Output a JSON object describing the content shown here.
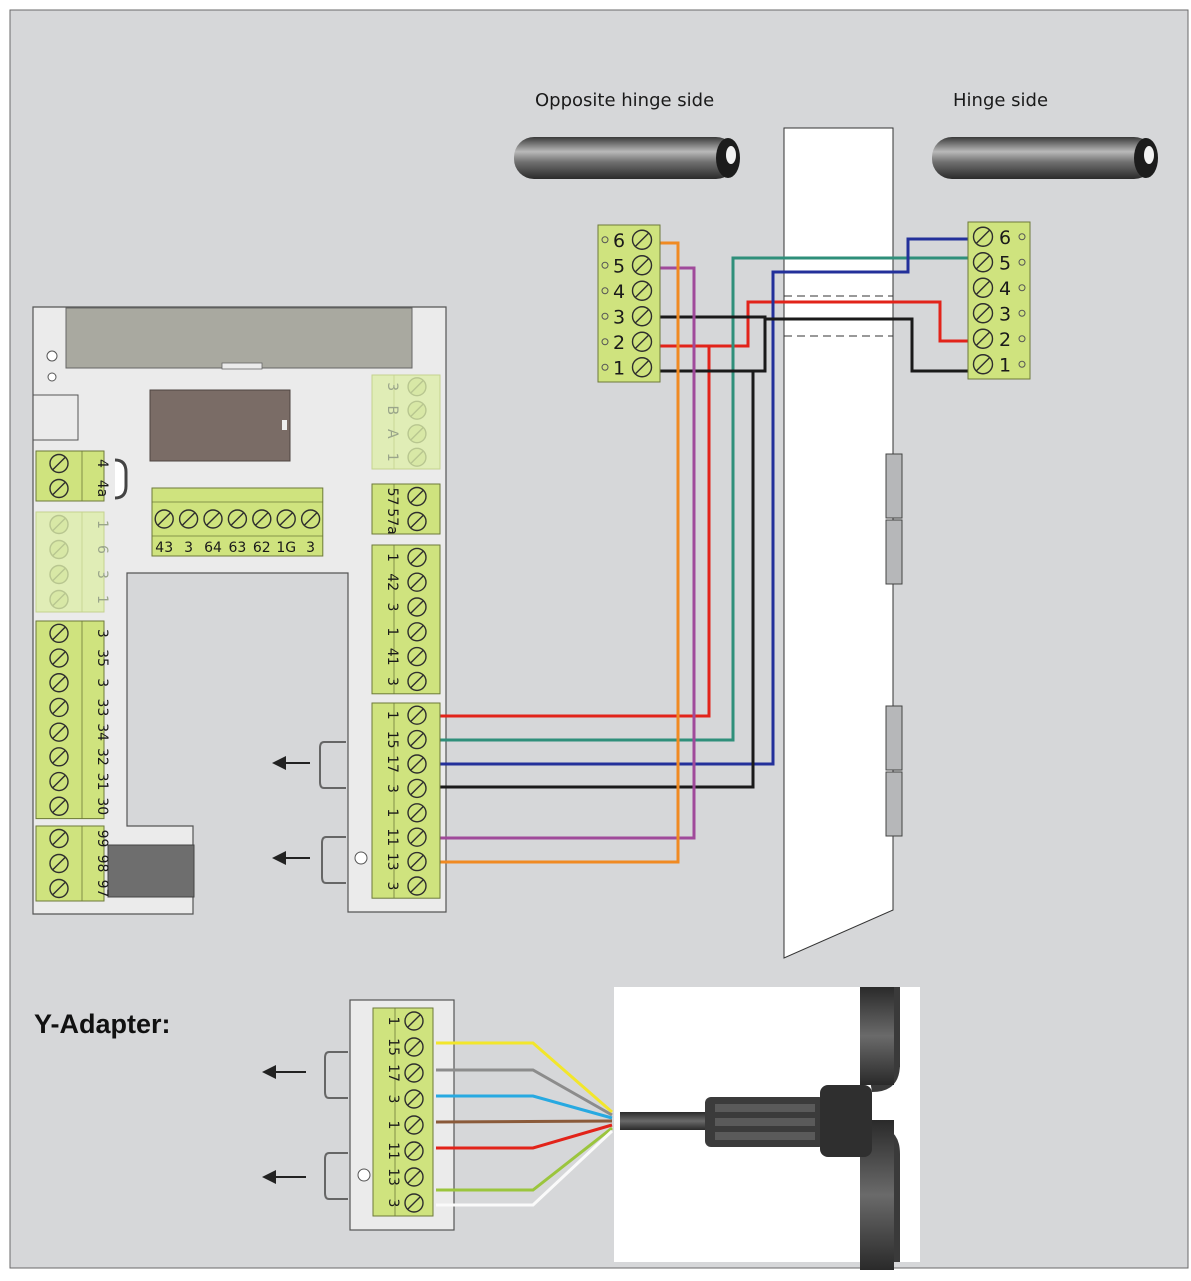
{
  "labels": {
    "opposite_hinge_side": "Opposite hinge side",
    "hinge_side": "Hinge side",
    "y_adapter": "Y-Adapter:"
  },
  "sensor_terminals": {
    "opposite": [
      "6",
      "5",
      "4",
      "3",
      "2",
      "1"
    ],
    "hinge": [
      "6",
      "5",
      "4",
      "3",
      "2",
      "1"
    ]
  },
  "board": {
    "top_right_block": [
      "3",
      "B",
      "A",
      "1"
    ],
    "left_small_block": [
      "4",
      "4a"
    ],
    "left_faint_block": [
      "1",
      "6",
      "3",
      "1"
    ],
    "left_main_block": [
      "3",
      "35",
      "3",
      "33",
      "34",
      "32",
      "31",
      "30"
    ],
    "left_bottom_block": [
      "99",
      "98",
      "97"
    ],
    "middle_block": [
      "43",
      "3",
      "64",
      "63",
      "62",
      "1G",
      "3"
    ],
    "right_57_block": [
      "57",
      "57a"
    ],
    "right_upper_block": [
      "1",
      "42",
      "3",
      "1",
      "41",
      "3"
    ],
    "right_lower_block": [
      "1",
      "15",
      "17",
      "3",
      "1",
      "11",
      "13",
      "3"
    ]
  },
  "y_adapter_block": [
    "1",
    "15",
    "17",
    "3",
    "1",
    "11",
    "13",
    "3"
  ],
  "colors": {
    "background": "#d6d7d9",
    "terminal": "#cfe37e",
    "red": "#e2231a",
    "green": "#2f8f7a",
    "blue": "#23309a",
    "black": "#1a1a1a",
    "purple": "#a04a9a",
    "orange": "#f08a22",
    "yellow": "#f2e62b",
    "grey": "#8c8c8c",
    "cyan": "#27a9e1",
    "brown": "#8a5a3a",
    "lime": "#9bc53d",
    "white": "#ffffff"
  }
}
